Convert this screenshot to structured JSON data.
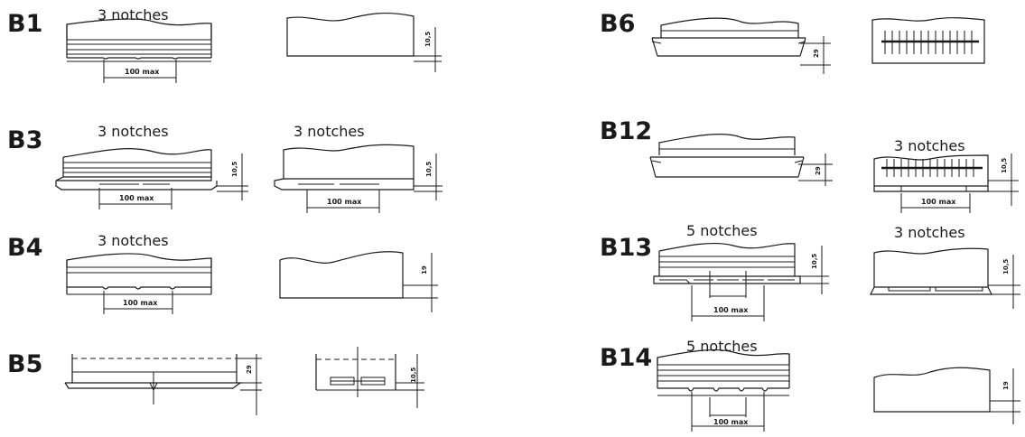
{
  "labels": {
    "b1": "B1",
    "b3": "B3",
    "b4": "B4",
    "b5": "B5",
    "b6": "B6",
    "b12": "B12",
    "b13": "B13",
    "b14": "B14"
  },
  "annotations": {
    "b1_notches": "3 notches",
    "b3_notches_front": "3 notches",
    "b3_notches_side": "3 notches",
    "b4_notches": "3 notches",
    "b12_notches": "3 notches",
    "b13_notches_front": "5 notches",
    "b13_notches_side": "3 notches",
    "b14_notches": "5 notches"
  },
  "dimensions": {
    "b1_width": "100 max",
    "b1_height": "10,5",
    "b3_width_front": "100 max",
    "b3_width_side": "100 max",
    "b3_height_front": "10,5",
    "b3_height_side": "10,5",
    "b4_width": "100 max",
    "b4_height": "19",
    "b5_height_front": "29",
    "b5_height_side": "10,5",
    "b6_height": "29",
    "b12_height": "29",
    "b12_width": "100 max",
    "b12_height_side": "10,5",
    "b13_height_front": "10,5",
    "b13_width": "100 max",
    "b13_height_side": "10,5",
    "b14_width": "100 max",
    "b14_height": "19"
  }
}
